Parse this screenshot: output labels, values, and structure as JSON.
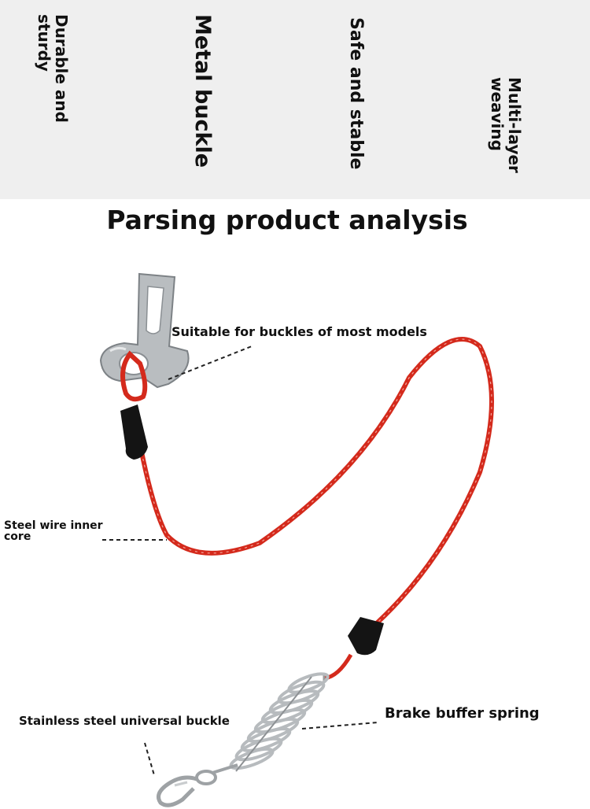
{
  "features": [
    {
      "text": "Durable and sturdy"
    },
    {
      "text": "Metal buckle"
    },
    {
      "text": "Safe and stable"
    },
    {
      "text": "Multi-layer weaving"
    }
  ],
  "headline": "Parsing product analysis",
  "callouts": {
    "buckle_fit": "Suitable for buckles of most models",
    "inner_core": "Steel wire inner core",
    "spring": "Brake buffer spring",
    "universal_buckle": "Stainless steel universal buckle"
  },
  "colors": {
    "band": "#efefef",
    "cable": "#d42a1c",
    "text": "#111111"
  }
}
